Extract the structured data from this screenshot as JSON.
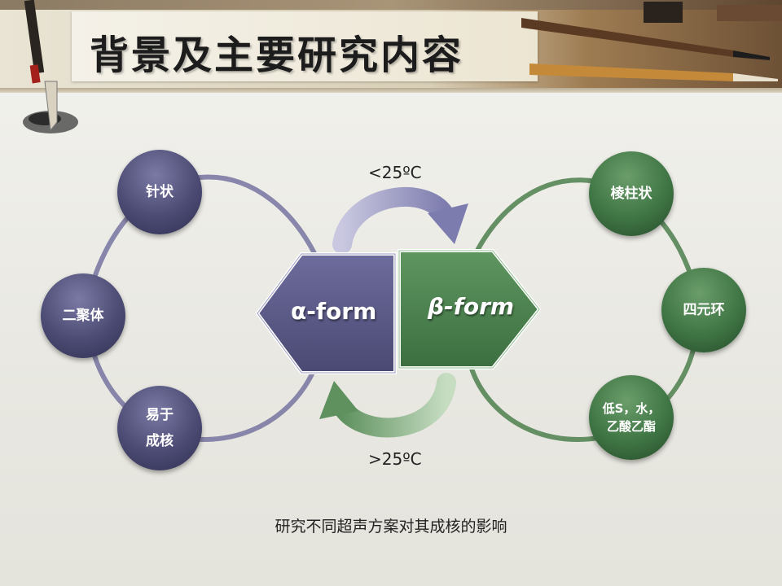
{
  "title": "背景及主要研究内容",
  "forms": {
    "alpha": "α-form",
    "beta": "β-form"
  },
  "transitions": {
    "top": "<25ºC",
    "bottom": ">25ºC"
  },
  "alpha_features": {
    "top": "针状",
    "middle": "二聚体",
    "bottom": "易于\n成核"
  },
  "beta_features": {
    "top": "棱柱状",
    "middle": "四元环",
    "bottom": "低S，水，\n乙酸乙酯"
  },
  "caption": "研究不同超声方案对其成核的影响",
  "colors": {
    "purple": "#4c4b74",
    "green": "#3f7544",
    "arrow_purple": "#8e8db8",
    "arrow_green": "#6f9c6f"
  }
}
